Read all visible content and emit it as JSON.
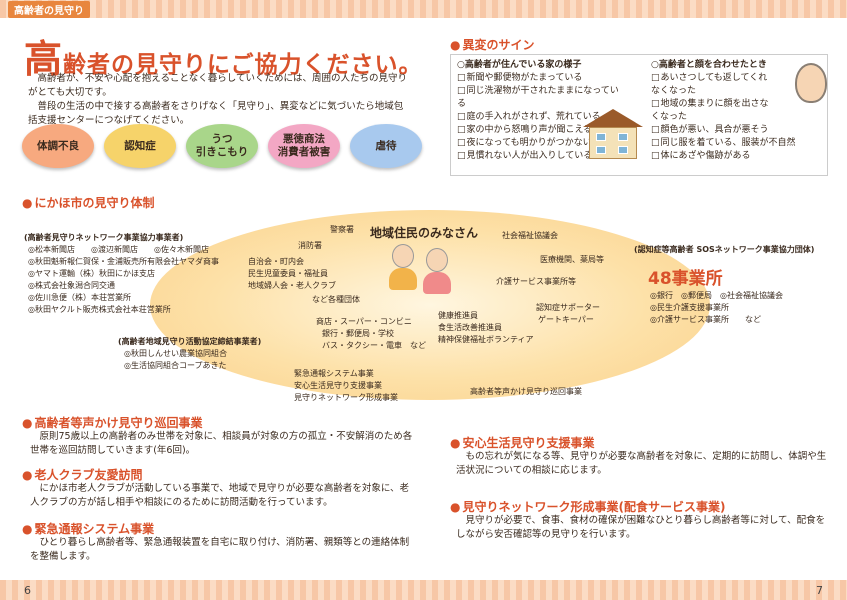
{
  "header": {
    "tag": "高齢者の見守り"
  },
  "title": {
    "first": "高",
    "rest": "齢者の見守りにご協力ください。"
  },
  "intro": [
    "　高齢者が、不安や心配を抱えることなく暮らしていくためには、周囲の人たちの見守りがとても大切です。",
    "　普段の生活の中で接する高齢者をさりげなく「見守り」、異変などに気づいたら地域包括支援センターにつなげてください。"
  ],
  "bubbles": [
    {
      "label": "体調不良",
      "color": "#f7a97f"
    },
    {
      "label": "認知症",
      "color": "#f6d36a"
    },
    {
      "label": "うつ\n引きこもり",
      "color": "#a9d68a"
    },
    {
      "label": "悪徳商法\n消費者被害",
      "color": "#f3a7c4"
    },
    {
      "label": "虐待",
      "color": "#a8c9ee"
    }
  ],
  "signs": {
    "heading": "異変のサイン",
    "left_heading": "○高齢者が住んでいる家の様子",
    "left_items": [
      "新聞や郵便物がたまっている",
      "同じ洗濯物が干されたままになっている",
      "庭の手入れがされず、荒れている",
      "家の中から怒鳴り声が聞こえる",
      "夜になっても明かりがつかない",
      "見慣れない人が出入りしている"
    ],
    "right_heading": "○高齢者と顔を合わせたとき",
    "right_items": [
      "あいさつしても返してくれなくなった",
      "地域の集まりに顔を出さなくなった",
      "顔色が悪い、具合が悪そう",
      "同じ服を着ている、服装が不自然",
      "体にあざや傷跡がある"
    ]
  },
  "system": {
    "heading": "にかほ市の見守り体制",
    "center": "地域住民のみなさん",
    "network_title": "(高齢者見守りネットワーク事業協力事業者)",
    "network_items": [
      "◎松本新聞店　　◎渡辺新聞店　　◎佐々木新聞店",
      "◎秋田魁新報仁賀保・金浦販売所有限会社ヤマダ商事",
      "◎ヤマト運輸（株）秋田にかほ支店",
      "◎株式会社象潟合同交通",
      "◎佐川急便（株）本荘営業所",
      "◎秋田ヤクルト販売株式会社本荘営業所"
    ],
    "agreement_title": "(高齢者地域見守り活動協定締結事業者)",
    "agreement_items": [
      "◎秋田しんせい農業協同組合",
      "◎生活協同組合コープあきた"
    ],
    "labels": {
      "police": "警察署",
      "fire": "消防署",
      "welfare_council": "社会福祉協議会",
      "medical": "医療機関、薬局等",
      "care_service": "介護サービス事業所等",
      "local_groups": [
        "自治会・町内会",
        "民生児童委員・福祉員",
        "地域婦人会・老人クラブ",
        "など各種団体"
      ],
      "shops": [
        "商店・スーパー・コンビニ",
        "銀行・郵便局・学校",
        "バス・タクシー・電車　など"
      ],
      "health": [
        "健康推進員",
        "食生活改善推進員",
        "精神保健福祉ボランティア"
      ],
      "dementia": [
        "認知症サポーター",
        "ゲートキーパー"
      ],
      "systems": [
        "緊急通報システム事業",
        "安心生活見守り支援事業",
        "見守りネットワーク形成事業"
      ],
      "patrol": "高齢者等声かけ見守り巡回事業"
    },
    "sos_title": "(認知症等高齢者 SOSネットワーク事業協力団体)",
    "sos_count": "48事業所",
    "sos_items": [
      "◎銀行　◎郵便局　◎社会福祉協議会",
      "◎民生介護支援事業所",
      "◎介護サービス事業所　　など"
    ]
  },
  "sections": [
    {
      "heading": "高齢者等声かけ見守り巡回事業",
      "body": "　原則75歳以上の高齢者のみ世帯を対象に、相談員が対象の方の孤立・不安解消のため各世帯を巡回訪問していきます(年6回)。"
    },
    {
      "heading": "老人クラブ友愛訪問",
      "body": "　にかほ市老人クラブが活動している事業で、地域で見守りが必要な高齢者を対象に、老人クラブの方が話し相手や相談にのるために訪問活動を行っています。"
    },
    {
      "heading": "緊急通報システム事業",
      "body": "　ひとり暮らし高齢者等、緊急通報装置を自宅に取り付け、消防署、親類等との連絡体制を整備します。"
    },
    {
      "heading": "安心生活見守り支援事業",
      "body": "　もの忘れが気になる等、見守りが必要な高齢者を対象に、定期的に訪問し、体調や生活状況についての相談に応じます。"
    },
    {
      "heading": "見守りネットワーク形成事業(配食サービス事業)",
      "body": "　見守りが必要で、食事、食材の確保が困難なひとり暮らし高齢者等に対して、配食をしながら安否確認等の見守りを行います。"
    }
  ],
  "page_numbers": {
    "left": "6",
    "right": "7"
  }
}
